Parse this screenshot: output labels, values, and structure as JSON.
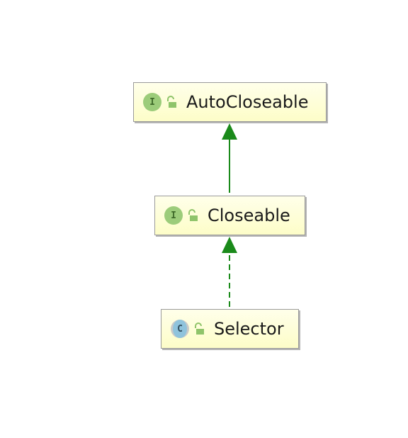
{
  "diagram": {
    "nodes": [
      {
        "id": "autocloseable",
        "label": "AutoCloseable",
        "kind": "interface",
        "kind_glyph": "I",
        "access_icon": "unlocked-icon"
      },
      {
        "id": "closeable",
        "label": "Closeable",
        "kind": "interface",
        "kind_glyph": "I",
        "access_icon": "unlocked-icon"
      },
      {
        "id": "selector",
        "label": "Selector",
        "kind": "class",
        "kind_glyph": "C",
        "access_icon": "unlocked-icon"
      }
    ],
    "edges": [
      {
        "from": "closeable",
        "to": "autocloseable",
        "style": "solid",
        "relation": "extends"
      },
      {
        "from": "selector",
        "to": "closeable",
        "style": "dashed",
        "relation": "implements"
      }
    ],
    "colors": {
      "node_fill_top": "#ffffea",
      "node_fill_bottom": "#fdfdc8",
      "edge": "#1a8a1a",
      "interface_icon": "#9ccc7a",
      "class_icon": "#8fc3dc",
      "access_icon": "#8fc46a"
    }
  }
}
